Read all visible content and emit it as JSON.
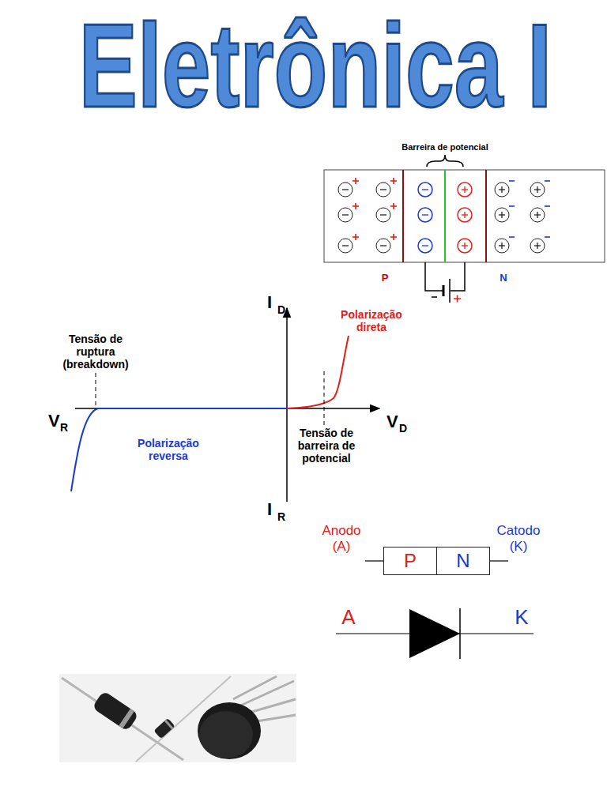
{
  "diagram": {
    "title": "Eletrônica I",
    "nodes": [
      {
        "text": [
          "P"
        ]
      },
      {
        "text": [
          "N"
        ]
      }
    ],
    "labels": [
      "Barreira de potencial",
      "P",
      "N",
      "I",
      "D",
      "Polarização direta",
      "Tensão de ruptura (breakdown)",
      "V",
      "R",
      "V",
      "D",
      "Polarização reversa",
      "Tensão de barreira de potencial",
      "I",
      "R",
      "Anodo (A)",
      "Catodo (K)",
      "A",
      "K"
    ]
  }
}
